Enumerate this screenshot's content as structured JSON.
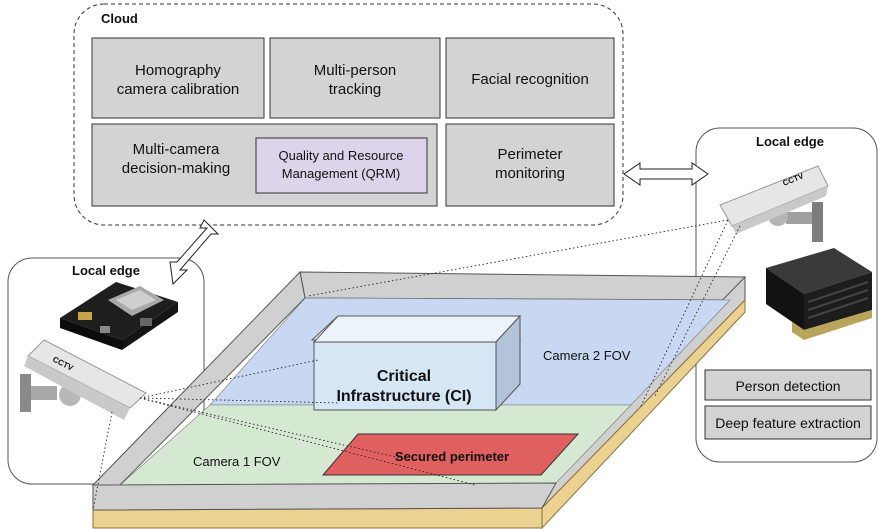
{
  "cloud": {
    "title": "Cloud",
    "homography": [
      "Homography",
      "camera calibration"
    ],
    "tracking": [
      "Multi-person",
      "tracking"
    ],
    "facial": "Facial recognition",
    "decision": [
      "Multi-camera",
      "decision-making"
    ],
    "qrm": [
      "Quality and Resource",
      "Management (QRM)"
    ],
    "perimeter": [
      "Perimeter",
      "monitoring"
    ]
  },
  "left_edge": {
    "title": "Local edge",
    "camera_text": "CCTV"
  },
  "right_edge": {
    "title": "Local edge",
    "camera_text": "CCTV",
    "person_detection": "Person detection",
    "feature_extraction": "Deep feature extraction"
  },
  "scene": {
    "ci": [
      "Critical",
      "Infrastructure (CI)"
    ],
    "camera1_fov": "Camera 1 FOV",
    "camera2_fov": "Camera 2 FOV",
    "secured_perimeter": "Secured perimeter"
  },
  "colors": {
    "box_fill": "#d3d3d3",
    "qrm_fill": "#ddd3ea",
    "camera2_fov": "#c9d8f2",
    "camera1_fov": "#d5e8d2",
    "ci_front": "#d6e6f5",
    "secured": "#e06060",
    "slab_edge": "#ecd290"
  }
}
